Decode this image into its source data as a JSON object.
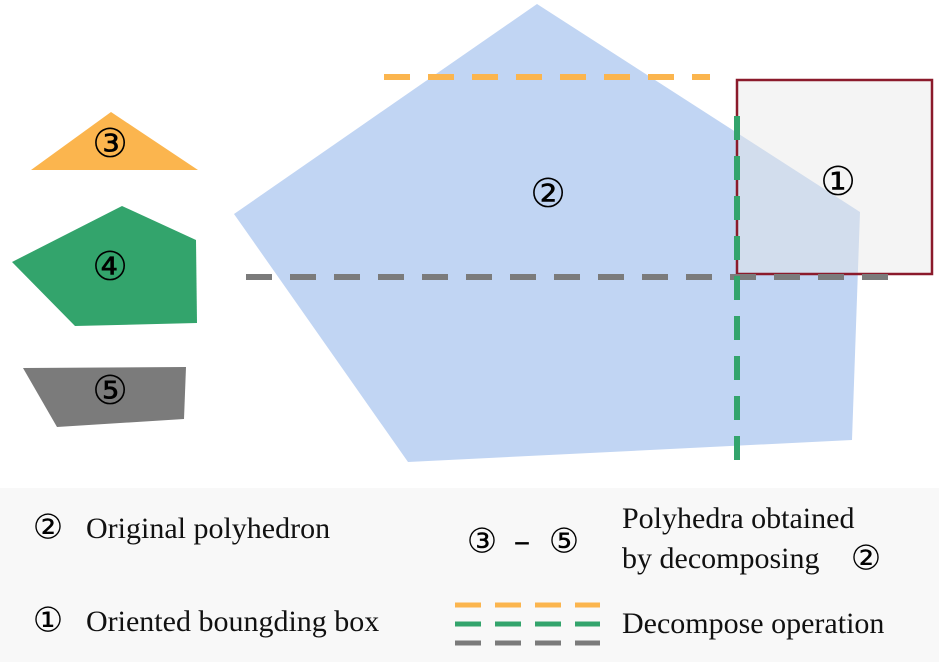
{
  "colors": {
    "original": "#c1d5f3",
    "obb_fill": "#e6e6e6",
    "obb_stroke": "#8b1a2b",
    "piece3": "#fbb54e",
    "piece4": "#33a46c",
    "piece5": "#7b7b7b",
    "legend_bg": "#f8f8f8"
  },
  "diagram": {
    "label_original": "②",
    "label_obb": "①",
    "label_piece3": "③",
    "label_piece4": "④",
    "label_piece5": "⑤"
  },
  "legend": {
    "original_symbol": "②",
    "original_text": "Original polyhedron",
    "obb_symbol": "①",
    "obb_text": "Oriented boungding box",
    "range_start": "③",
    "range_dash": "–",
    "range_end": "⑤",
    "obtained_line1": "Polyhedra obtained",
    "obtained_line2": "by decomposing",
    "obtained_symbol": "②",
    "decompose_text": "Decompose operation"
  }
}
